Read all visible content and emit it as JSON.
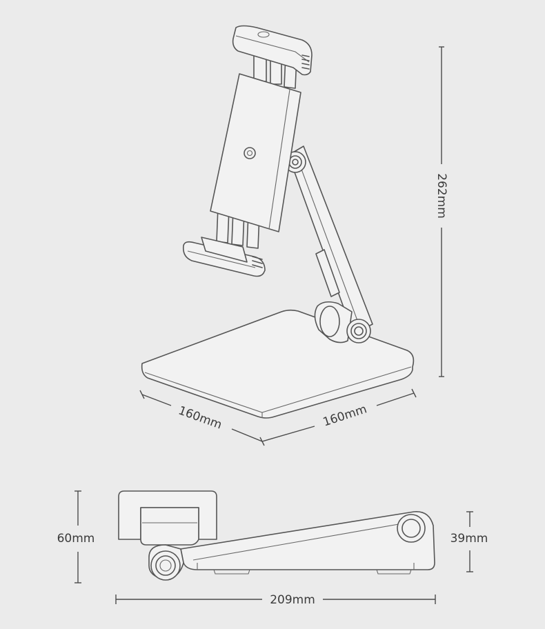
{
  "dimensions": {
    "height_total": "262mm",
    "base_width": "160mm",
    "base_depth": "160mm",
    "folded_height": "60mm",
    "folded_back_height": "39mm",
    "folded_length": "209mm"
  },
  "colors": {
    "background": "#ebebeb",
    "line": "#555555",
    "fill": "#f2f2f2"
  }
}
